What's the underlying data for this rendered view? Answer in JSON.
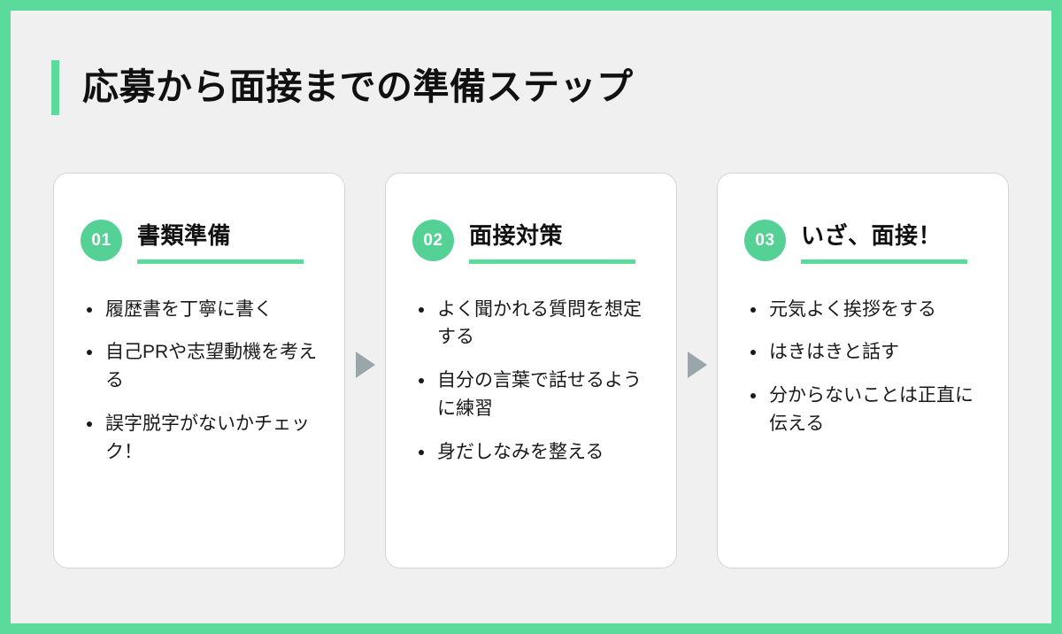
{
  "theme": {
    "frame_color": "#5ADB9C",
    "background_color": "#f0f0f0",
    "accent_green": "#5ADB9C",
    "badge_green": "#55D195",
    "card_background": "#ffffff",
    "card_border": "#d4d4d4",
    "arrow_color": "#9aa7aa",
    "text_color": "#111111"
  },
  "header": {
    "title": "応募から面接までの準備ステップ"
  },
  "steps": [
    {
      "number": "01",
      "title": "書類準備",
      "bullets": [
        "履歴書を丁寧に書く",
        "自己PRや志望動機を考える",
        "誤字脱字がないかチェック！"
      ]
    },
    {
      "number": "02",
      "title": "面接対策",
      "bullets": [
        "よく聞かれる質問を想定する",
        "自分の言葉で話せるように練習",
        "身だしなみを整える"
      ]
    },
    {
      "number": "03",
      "title": "いざ、面接！",
      "bullets": [
        "元気よく挨拶をする",
        "はきはきと話す",
        "分からないことは正直に伝える"
      ]
    }
  ],
  "connectors": [
    {
      "icon": "arrow-right-icon"
    },
    {
      "icon": "arrow-right-icon"
    }
  ]
}
